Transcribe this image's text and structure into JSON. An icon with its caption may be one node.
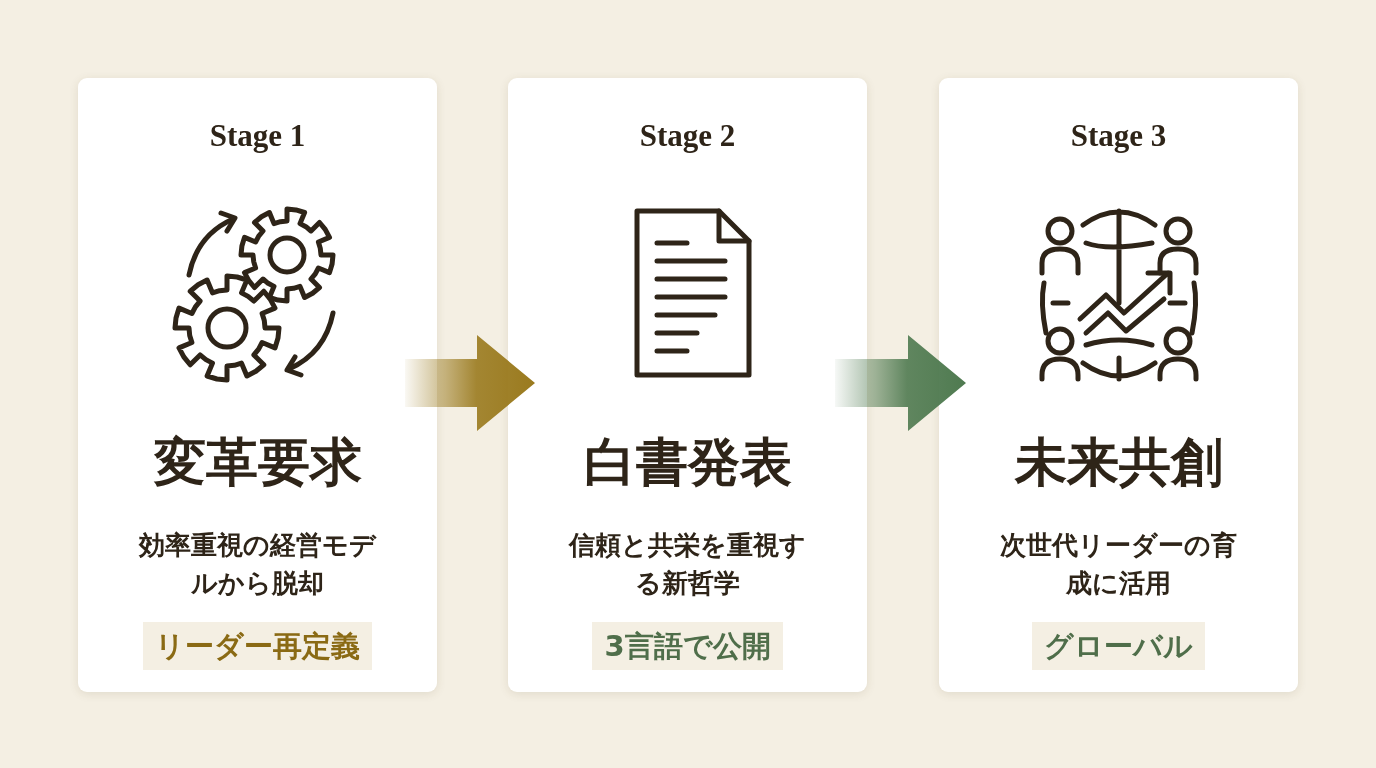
{
  "diagram": {
    "nodes": [
      {
        "text": [
          "Stage 1",
          "変革要求",
          "効率重視の経営モデルから脱却",
          "リーダー再定義"
        ]
      },
      {
        "text": [
          "Stage 2",
          "白書発表",
          "信頼と共栄を重視する新哲学",
          "3言語で公開"
        ]
      },
      {
        "text": [
          "Stage 3",
          "未来共創",
          "次世代リーダーの育成に活用",
          "グローバル"
        ]
      }
    ],
    "edges": [
      {
        "from": 0,
        "to": 1,
        "arrow": "to",
        "color": "#9a7a1e"
      },
      {
        "from": 1,
        "to": 2,
        "arrow": "to",
        "color": "#4f7a50"
      }
    ]
  }
}
